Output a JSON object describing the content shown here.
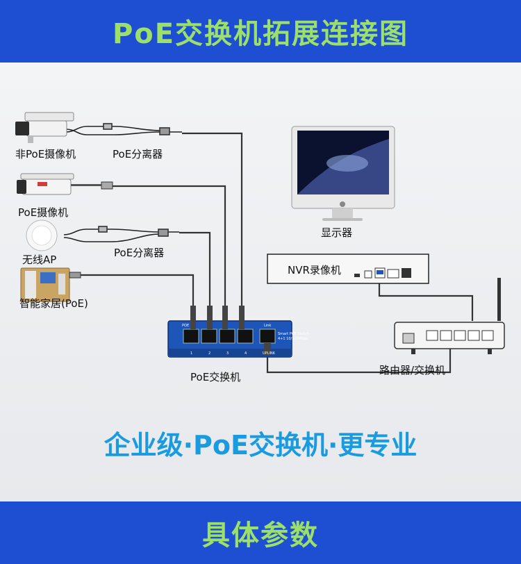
{
  "header": {
    "title": "PoE交换机拓展连接图"
  },
  "diagram": {
    "devices": {
      "camera_non_poe": "非PoE摄像机",
      "splitter_1": "PoE分离器",
      "camera_poe": "PoE摄像机",
      "wireless_ap": "无线AP",
      "splitter_2": "PoE分离器",
      "smart_home": "智能家居(PoE)",
      "monitor": "显示器",
      "nvr": "NVR录像机",
      "poe_switch": "PoE交换机",
      "router": "路由器/交换机"
    },
    "switch_panel": {
      "poe_label": "POE",
      "link_label": "Link",
      "brand": "Smart POE Switch",
      "spec": "4+1 10/100Mbps",
      "port_numbers": [
        "1",
        "2",
        "3",
        "4"
      ],
      "uplink_label": "UPLINK"
    }
  },
  "slogan": "企业级·PoE交换机·更专业",
  "footer": {
    "title": "具体参数"
  },
  "colors": {
    "banner_bg": "#1e4fd2",
    "banner_text": "#9be06a",
    "slogan": "#1a9be0",
    "switch_body": "#1d55b8"
  }
}
